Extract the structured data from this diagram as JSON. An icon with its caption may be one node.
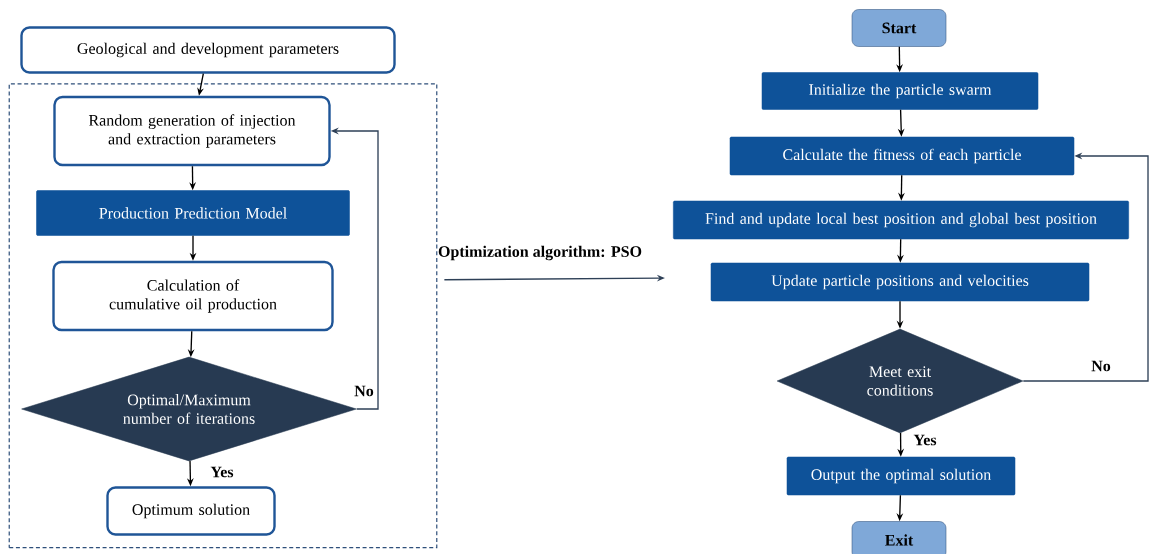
{
  "diagram": {
    "nodes": [
      {
        "text": [
          "Geological and development parameters"
        ]
      },
      {
        "text": [],
        "shape": "box"
      },
      {
        "text": [
          "Random generation of injection and extraction parameters"
        ],
        "in": 1
      },
      {
        "text": [
          "Production Prediction Model"
        ],
        "in": 1
      },
      {
        "text": [
          "Calculation of cumulative oil production"
        ],
        "in": 1
      },
      {
        "text": [
          "Optimal/Maximum number of iterations"
        ],
        "in": 1
      },
      {
        "text": [
          "Optimum solution"
        ],
        "in": 1
      },
      {
        "text": [
          "Start"
        ]
      },
      {
        "text": [
          "Initialize the particle swarm"
        ]
      },
      {
        "text": [
          "Calculate the fitness of each particle"
        ]
      },
      {
        "text": [
          "Find and update local best position and global best position"
        ]
      },
      {
        "text": [
          "Update particle positions and velocities"
        ]
      },
      {
        "text": [
          "Meet exit conditions"
        ]
      },
      {
        "text": [
          "Output the optimal solution"
        ]
      },
      {
        "text": [
          "Exit"
        ]
      }
    ],
    "edges": [
      {
        "from": 0,
        "to": 2,
        "arrow": "to"
      },
      {
        "from": 2,
        "to": 3,
        "arrow": "to"
      },
      {
        "from": 3,
        "to": 4,
        "arrow": "to"
      },
      {
        "from": 4,
        "to": 5,
        "arrow": "to"
      },
      {
        "from": 5,
        "to": 6,
        "arrow": "to",
        "label": "Yes"
      },
      {
        "from": 5,
        "to": 2,
        "arrow": "to",
        "label": "No",
        "color": "#2e4057"
      },
      {
        "from": 7,
        "to": 8,
        "arrow": "to"
      },
      {
        "from": 8,
        "to": 9,
        "arrow": "to"
      },
      {
        "from": 9,
        "to": 10,
        "arrow": "to"
      },
      {
        "from": 10,
        "to": 11,
        "arrow": "to"
      },
      {
        "from": 11,
        "to": 12,
        "arrow": "to"
      },
      {
        "from": 12,
        "to": 13,
        "arrow": "to",
        "label": "Yes"
      },
      {
        "from": 13,
        "to": 14,
        "arrow": "to"
      },
      {
        "from": 12,
        "to": 9,
        "arrow": "to",
        "label": "No",
        "color": "#2e4057"
      },
      {
        "from": 1,
        "to": null,
        "arrow": "to",
        "label": "Optimization algorithm: PSO",
        "color": "#2e4057"
      }
    ]
  }
}
